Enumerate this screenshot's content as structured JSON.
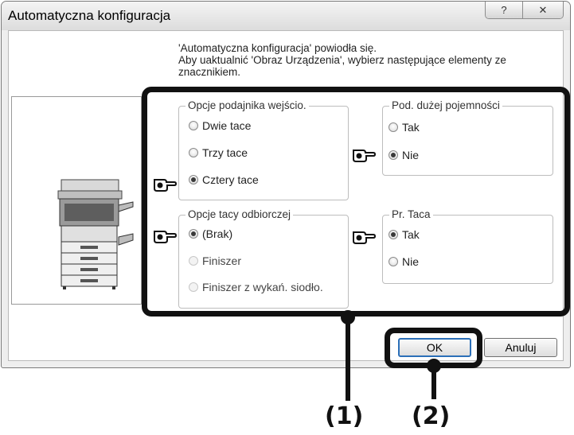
{
  "window": {
    "title": "Automatyczna konfiguracja",
    "help_button": "?",
    "close_button": "✕"
  },
  "message": {
    "line1": "'Automatyczna konfiguracja' powiodła się.",
    "line2": "Aby uaktualnić 'Obraz Urządzenia', wybierz następujące elementy ze",
    "line3": "znacznikiem."
  },
  "groups": {
    "input_tray": {
      "title": "Opcje podajnika wejścio.",
      "options": [
        "Dwie tace",
        "Trzy tace",
        "Cztery tace"
      ],
      "selected": "Cztery tace"
    },
    "high_capacity": {
      "title": "Pod. dużej pojemności",
      "options": [
        "Tak",
        "Nie"
      ],
      "selected": "Nie"
    },
    "output_tray": {
      "title": "Opcje tacy odbiorczej",
      "options": [
        "(Brak)",
        "Finiszer",
        "Finiszer z wykań. siodło."
      ],
      "selected": "(Brak)"
    },
    "right_tray": {
      "title": "Pr. Taca",
      "options": [
        "Tak",
        "Nie"
      ],
      "selected": "Tak"
    }
  },
  "buttons": {
    "ok": "OK",
    "cancel": "Anuluj"
  },
  "callouts": {
    "one": "(1)",
    "two": "(2)"
  }
}
